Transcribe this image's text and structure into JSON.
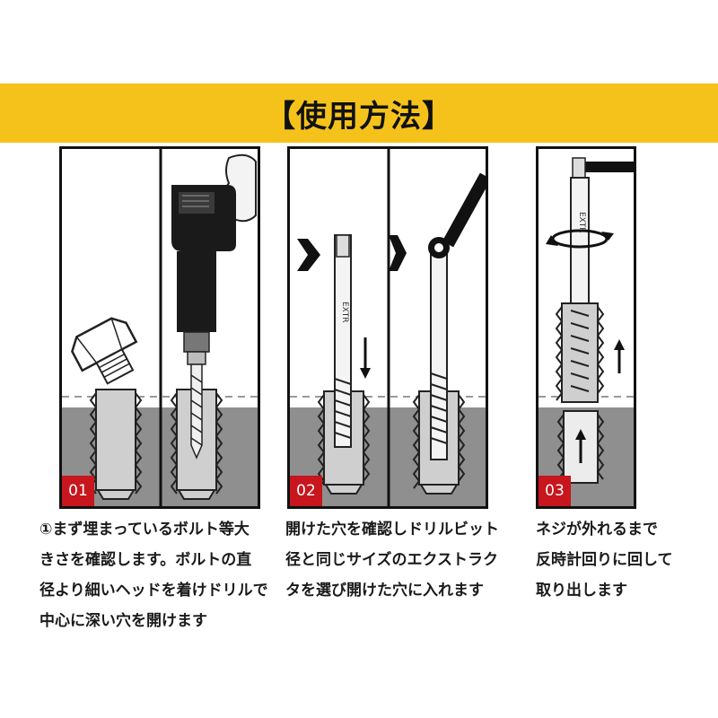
{
  "header": {
    "title": "【使用方法】"
  },
  "steps": [
    {
      "badge": "01",
      "caption_lines": [
        "①まず埋まっているボルト等大",
        "きさを確認します。ボルトの直",
        "径より細いヘッドを着けドリルで",
        "中心に深い穴を開けます"
      ]
    },
    {
      "badge": "02",
      "caption_lines": [
        "開けた穴を確認しドリルビット",
        "径と同じサイズのエクストラク",
        "タを選び開けた穴に入れます"
      ]
    },
    {
      "badge": "03",
      "caption_lines": [
        "ネジが外れるまで",
        "反時計回りに回して",
        "取り出します"
      ]
    }
  ],
  "colors": {
    "banner": "#f5c21b",
    "badge": "#c7161d",
    "ground": "#8f8f8f",
    "outline": "#111111"
  },
  "icons": [
    "bolt-head-icon",
    "power-drill-icon",
    "drill-bit-icon",
    "extractor-icon",
    "tap-wrench-icon",
    "rotate-arrow-icon",
    "arrow-down-icon",
    "arrow-up-icon",
    "push-arrow-icon"
  ]
}
